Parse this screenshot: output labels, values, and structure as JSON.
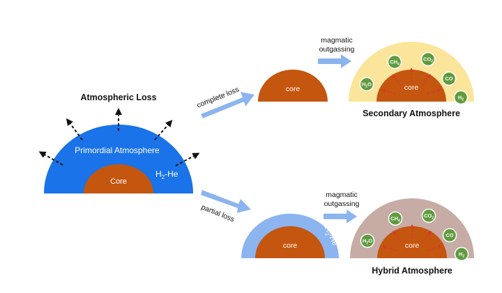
{
  "colors": {
    "primordial": "#1a73e8",
    "core": "#c4560f",
    "light_blue": "#8cb4ee",
    "secondary_bg": "#fae59b",
    "hybrid_bg": "#c7aca6",
    "molecule": "#5f9a3e",
    "outflow_arrow": "#d63a2c"
  },
  "left": {
    "title": "Atmospheric Loss",
    "atmosphere_label": "Primordial Atmosphere",
    "gas_main": "H",
    "gas_sub": "2",
    "gas_rest": "-He",
    "core_label": "Core"
  },
  "paths": {
    "complete_label": "complete loss",
    "partial_label": "partial loss"
  },
  "top": {
    "core_label": "core",
    "process_line1": "magmatic",
    "process_line2": "outgassing",
    "core2_label": "core",
    "title": "Secondary Atmosphere"
  },
  "bottom": {
    "core_label": "core",
    "ring_main": "H",
    "ring_sub": "2",
    "ring_rest": "-He",
    "process_line1": "magmatic",
    "process_line2": "outgassing",
    "core2_label": "core",
    "title": "Hybrid Atmosphere"
  },
  "molecules": [
    {
      "main": "H",
      "sub": "2",
      "rest": "O"
    },
    {
      "main": "CH",
      "sub": "4",
      "rest": ""
    },
    {
      "main": "CO",
      "sub": "2",
      "rest": ""
    },
    {
      "main": "CO",
      "sub": "",
      "rest": ""
    },
    {
      "main": "H",
      "sub": "2",
      "rest": ""
    }
  ]
}
